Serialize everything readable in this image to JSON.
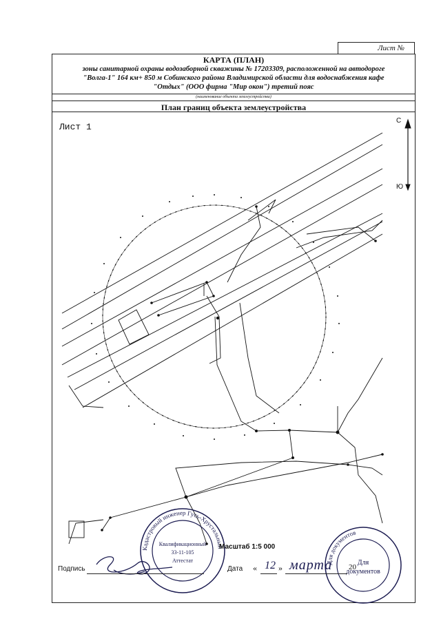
{
  "document": {
    "sheet_no_label": "Лист №",
    "title": "КАРТА (ПЛАН)",
    "subtitle_lines": [
      "зоны санитарной охраны водозаборной скважины № 17203309, расположенной на автодороге",
      "\"Волга-1\" 164 км+ 850 м Собинского района Владимирской области для водоснабжения кафе",
      "\"Отдых\" (ООО фирма \"Мир окон\") третий пояс"
    ],
    "object_caption": "(наименование объекта землеустройства)",
    "plan_title": "План границ объекта землеустройства",
    "sheet_label": "Лист 1",
    "compass": {
      "north": "С",
      "south": "Ю"
    },
    "scale": "Масштаб 1:5 000",
    "signature_label": "Подпись",
    "date_label": "Дата",
    "date_quote_open": "«",
    "date_day": "12",
    "date_quote_close": "»",
    "date_month": "марта",
    "date_year": "20",
    "stamp_left": {
      "ring_text": "Кадастровый инженер Гусь-Хрустальный",
      "center_lines": [
        "Квалификационный",
        "33-11-105",
        "Аттестат"
      ]
    },
    "stamp_right": {
      "ring_text": "Для документов",
      "center_lines": [
        "Для",
        "документов"
      ]
    }
  },
  "colors": {
    "ink": "#111111",
    "stamp_ink": "#1a1a50"
  }
}
